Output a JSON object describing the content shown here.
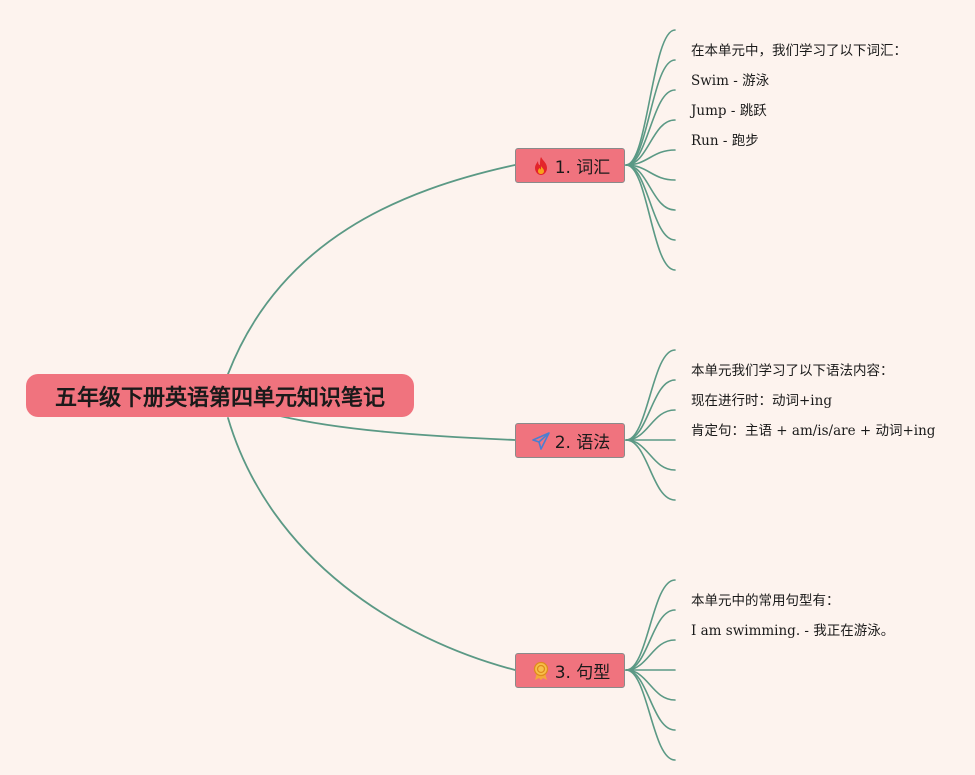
{
  "root": {
    "label": "五年级下册英语第四单元知识笔记"
  },
  "branches": [
    {
      "label": "1. 词汇",
      "icon": "fire-icon",
      "leaves": [
        "在本单元中，我们学习了以下词汇：",
        "Swim - 游泳",
        "Jump - 跳跃",
        "Run - 跑步",
        "",
        "",
        "",
        "",
        ""
      ]
    },
    {
      "label": "2. 语法",
      "icon": "paper-plane-icon",
      "leaves": [
        "本单元我们学习了以下语法内容：",
        "现在进行时：动词+ing",
        "肯定句：主语 + am/is/are + 动词+ing",
        "",
        "",
        ""
      ]
    },
    {
      "label": "3. 句型",
      "icon": "award-ribbon-icon",
      "leaves": [
        "本单元中的常用句型有：",
        "I am swimming. - 我正在游泳。",
        "",
        "",
        "",
        "",
        ""
      ]
    }
  ],
  "colors": {
    "background": "#fdf3ee",
    "node_fill": "#f0737e",
    "connector": "#5b9985"
  }
}
